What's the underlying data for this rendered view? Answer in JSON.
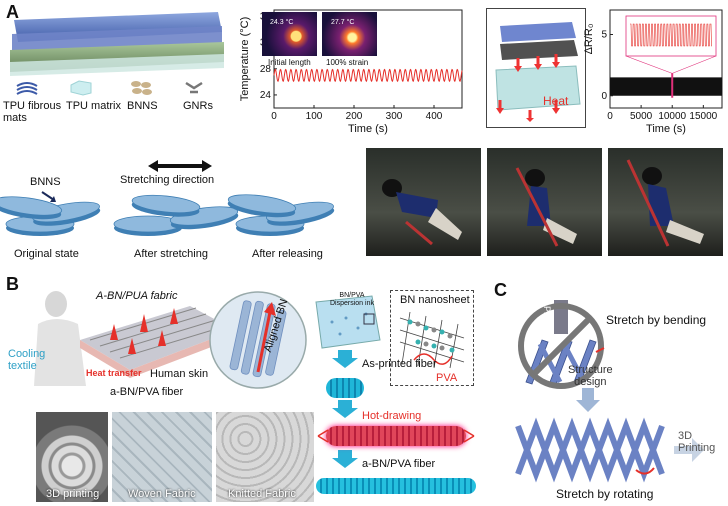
{
  "panelA": {
    "letter": "A",
    "legend": {
      "tpu_fibrous_mats": "TPU fibrous\nmats",
      "tpu_matrix": "TPU matrix",
      "bnns": "BNNS",
      "gnrs": "GNRs"
    },
    "heat_label": "Heat",
    "mechanism": {
      "bnns_label": "BNNS",
      "stretch_label": "Stretching direction",
      "original": "Original state",
      "after_stretching": "After stretching",
      "after_releasing": "After releasing"
    },
    "thermal_insets": {
      "t1": "24.3 °C",
      "t2": "27.7 °C",
      "cap1": "Initial length",
      "cap2": "100% strain"
    }
  },
  "panelB": {
    "letter": "B",
    "fabric_label": "A-BN/PUA fabric",
    "cooling_textile": "Cooling\ntextile",
    "heat_transfer": "Heat transfer",
    "human_skin": "Human skin",
    "fiber_label": "a-BN/PVA fiber",
    "aligned_bn": "Aligned BN",
    "ink_label": "BN/PVA\nDispersion ink",
    "nanosheet_label": "BN nanosheet",
    "pva_label": "PVA",
    "as_printed": "As-printed fiber",
    "hot_drawing": "Hot-drawing",
    "fiber_final": "a-BN/PVA fiber",
    "photo_labels": [
      "3D printing",
      "Woven Fabric",
      "Knitted Fabric"
    ]
  },
  "panelC": {
    "letter": "C",
    "press": "Press",
    "stretch_bending": "Stretch by bending",
    "structure_design": "Structure\ndesign",
    "printing": "3D\nPrinting",
    "stretch_rotating": "Stretch by rotating"
  },
  "chart_data": [
    {
      "type": "line",
      "title": "",
      "xlabel": "Time (s)",
      "ylabel": "Temperature (°C)",
      "xlim": [
        0,
        470
      ],
      "ylim": [
        22,
        37
      ],
      "xticks": [
        0,
        100,
        200,
        300,
        400
      ],
      "yticks": [
        24,
        28,
        32,
        36
      ],
      "series": [
        {
          "values_description_free": true,
          "x": [
            0,
            470
          ],
          "y_mean": 27,
          "y_amplitude": 0.9,
          "period_s": 13
        }
      ]
    },
    {
      "type": "line",
      "title": "",
      "xlabel": "Time (s)",
      "ylabel": "ΔR/R₀",
      "xlim": [
        0,
        18000
      ],
      "ylim": [
        -1,
        7
      ],
      "xticks": [
        0,
        5000,
        10000,
        15000
      ],
      "yticks": [
        0,
        5
      ],
      "series": [
        {
          "x": [
            0,
            18000
          ],
          "y_low": 0.0,
          "y_high": 1.5
        }
      ]
    }
  ]
}
